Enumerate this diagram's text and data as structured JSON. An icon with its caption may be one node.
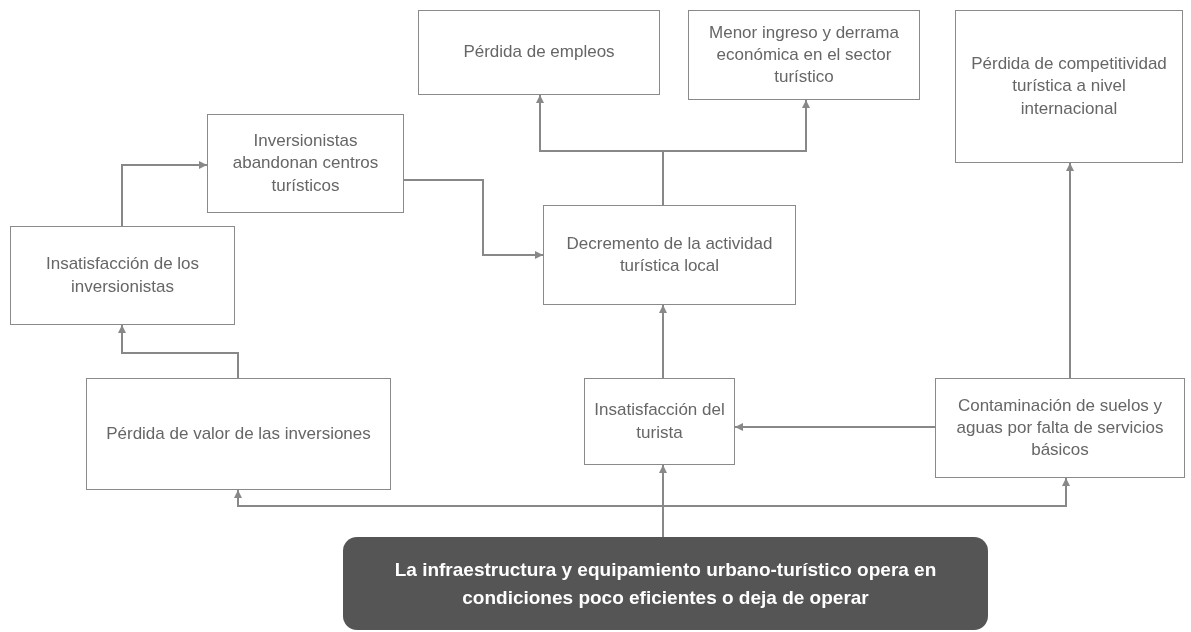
{
  "diagram": {
    "nodes": [
      {
        "text": [
          "Pérdida de empleos"
        ]
      },
      {
        "text": [
          "Menor ingreso y derrama económica en el sector turístico"
        ]
      },
      {
        "text": [
          "Pérdida de competitividad turística a nivel internacional"
        ]
      },
      {
        "text": [
          "Inversionistas abandonan centros turísticos"
        ]
      },
      {
        "text": [
          "Insatisfacción de los inversionistas"
        ]
      },
      {
        "text": [
          "Decremento de la actividad turística local"
        ]
      },
      {
        "text": [
          "Pérdida de valor de las inversiones"
        ]
      },
      {
        "text": [
          "Insatisfacción del turista"
        ]
      },
      {
        "text": [
          "Contaminación de suelos y aguas por falta de servicios básicos"
        ]
      },
      {
        "text": [
          "La infraestructura y equipamiento urbano-turístico opera en condiciones poco eficientes o deja de operar"
        ]
      }
    ],
    "edges": [
      {
        "from": 9,
        "to": 6,
        "arrow": "to"
      },
      {
        "from": 9,
        "to": 7,
        "arrow": "to"
      },
      {
        "from": 9,
        "to": 8,
        "arrow": "to"
      },
      {
        "from": 6,
        "to": 4,
        "arrow": "to"
      },
      {
        "from": 4,
        "to": 3,
        "arrow": "to"
      },
      {
        "from": 3,
        "to": 5,
        "arrow": "to"
      },
      {
        "from": 7,
        "to": 5,
        "arrow": "to"
      },
      {
        "from": 5,
        "to": 0,
        "arrow": "to"
      },
      {
        "from": 5,
        "to": 1,
        "arrow": "to"
      },
      {
        "from": 8,
        "to": 7,
        "arrow": "to"
      },
      {
        "from": 8,
        "to": 2,
        "arrow": "to"
      }
    ]
  }
}
